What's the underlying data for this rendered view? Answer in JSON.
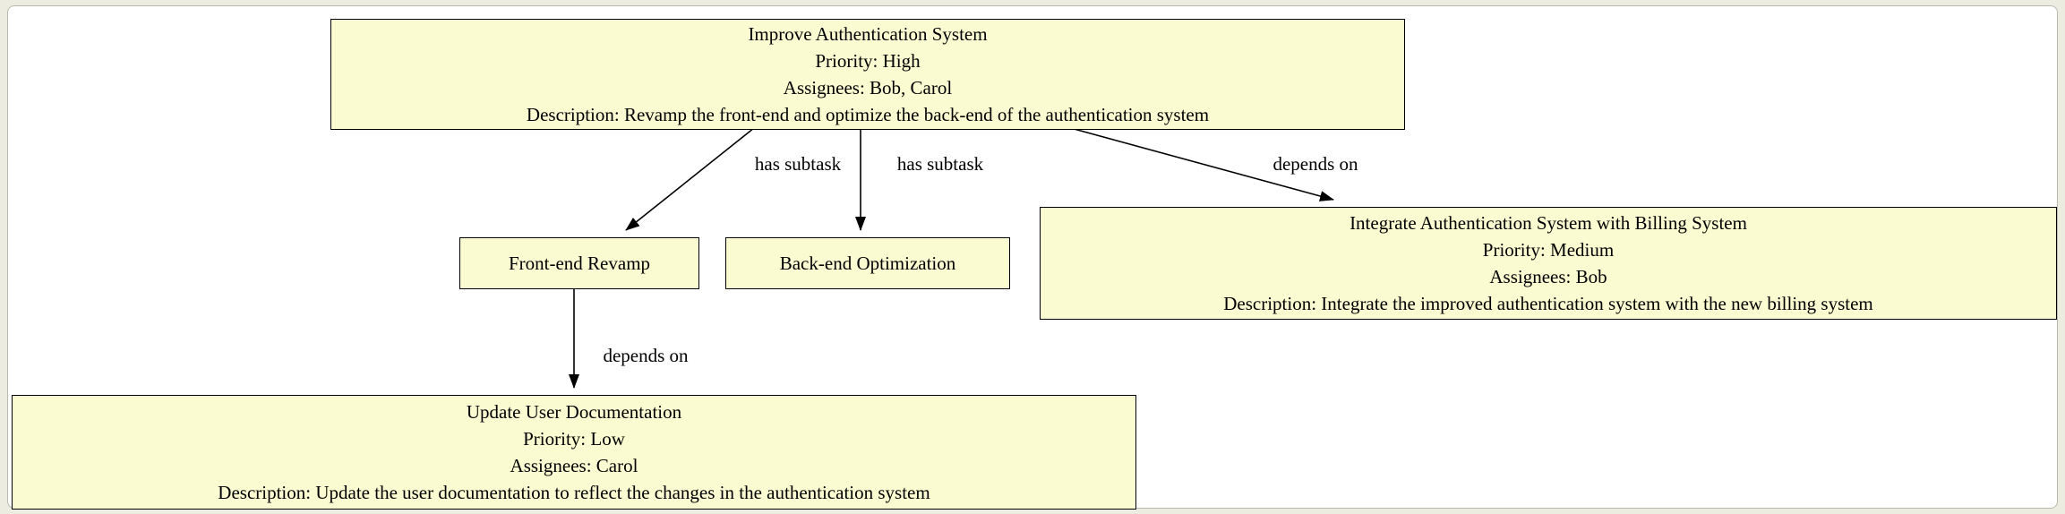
{
  "diagram": {
    "type": "task-dependency-graph",
    "colors": {
      "node_fill": "#fbfbd2",
      "node_border": "#000000",
      "edge": "#000000",
      "canvas_background": "#ffffff",
      "page_background": "#ecece0"
    },
    "nodes": {
      "improve_auth": {
        "title": "Improve Authentication System",
        "priority": "Priority: High",
        "assignees": "Assignees: Bob, Carol",
        "description": "Description: Revamp the front-end and optimize the back-end of the authentication system"
      },
      "frontend_revamp": {
        "title": "Front-end Revamp"
      },
      "backend_opt": {
        "title": "Back-end Optimization"
      },
      "integrate_billing": {
        "title": "Integrate Authentication System with Billing System",
        "priority": "Priority: Medium",
        "assignees": "Assignees: Bob",
        "description": "Description: Integrate the improved authentication system with the new billing system"
      },
      "update_docs": {
        "title": "Update User Documentation",
        "priority": "Priority: Low",
        "assignees": "Assignees: Carol",
        "description": "Description: Update the user documentation to reflect the changes in the authentication system"
      }
    },
    "edges": {
      "e1": {
        "from": "improve_auth",
        "to": "frontend_revamp",
        "label": "has subtask"
      },
      "e2": {
        "from": "improve_auth",
        "to": "backend_opt",
        "label": "has subtask"
      },
      "e3": {
        "from": "improve_auth",
        "to": "integrate_billing",
        "label": "depends on"
      },
      "e4": {
        "from": "frontend_revamp",
        "to": "update_docs",
        "label": "depends on"
      }
    }
  }
}
